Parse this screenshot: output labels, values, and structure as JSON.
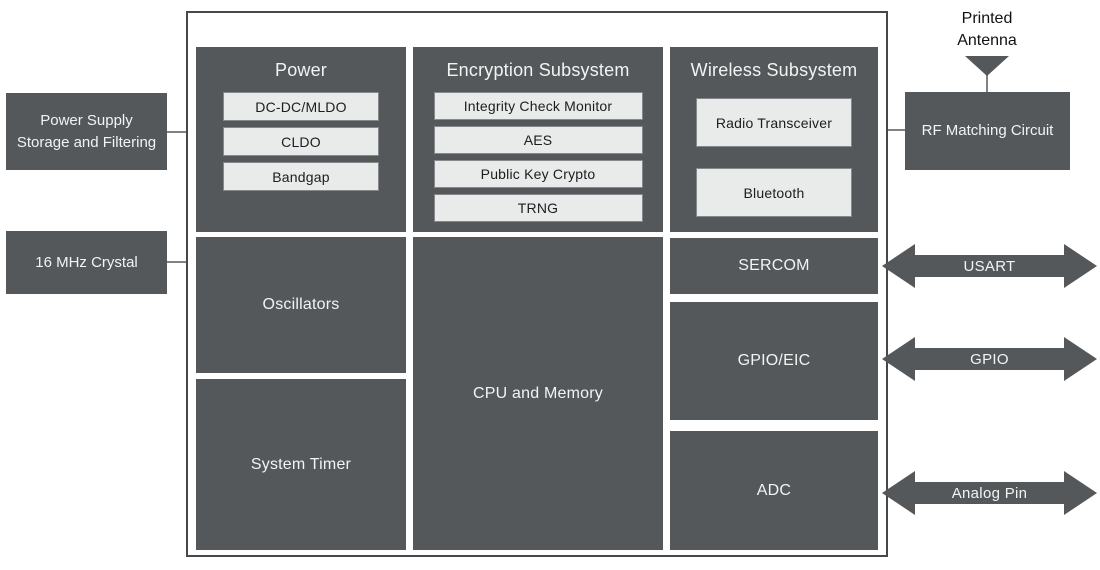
{
  "diagram": {
    "external_left": {
      "power_supply": "Power Supply Storage and Filtering",
      "crystal": "16 MHz Crystal"
    },
    "main": {
      "power": {
        "title": "Power",
        "items": [
          "DC-DC/MLDO",
          "CLDO",
          "Bandgap"
        ]
      },
      "encryption": {
        "title": "Encryption Subsystem",
        "items": [
          "Integrity Check Monitor",
          "AES",
          "Public Key Crypto",
          "TRNG"
        ]
      },
      "wireless": {
        "title": "Wireless Subsystem",
        "items": [
          "Radio Transceiver",
          "Bluetooth"
        ]
      },
      "oscillators": "Oscillators",
      "system_timer": "System Timer",
      "cpu_memory": "CPU and Memory",
      "sercom": "SERCOM",
      "gpio_eic": "GPIO/EIC",
      "adc": "ADC"
    },
    "external_right": {
      "antenna": "Printed Antenna",
      "rf_matching": "RF Matching Circuit",
      "arrows": [
        "USART",
        "GPIO",
        "Analog Pin"
      ]
    },
    "colors": {
      "block": "#54585b",
      "chip_bg": "#e9eaea",
      "chip_border": "#85898b",
      "container_border": "#46494c",
      "connector_line": "#7f8385"
    }
  }
}
